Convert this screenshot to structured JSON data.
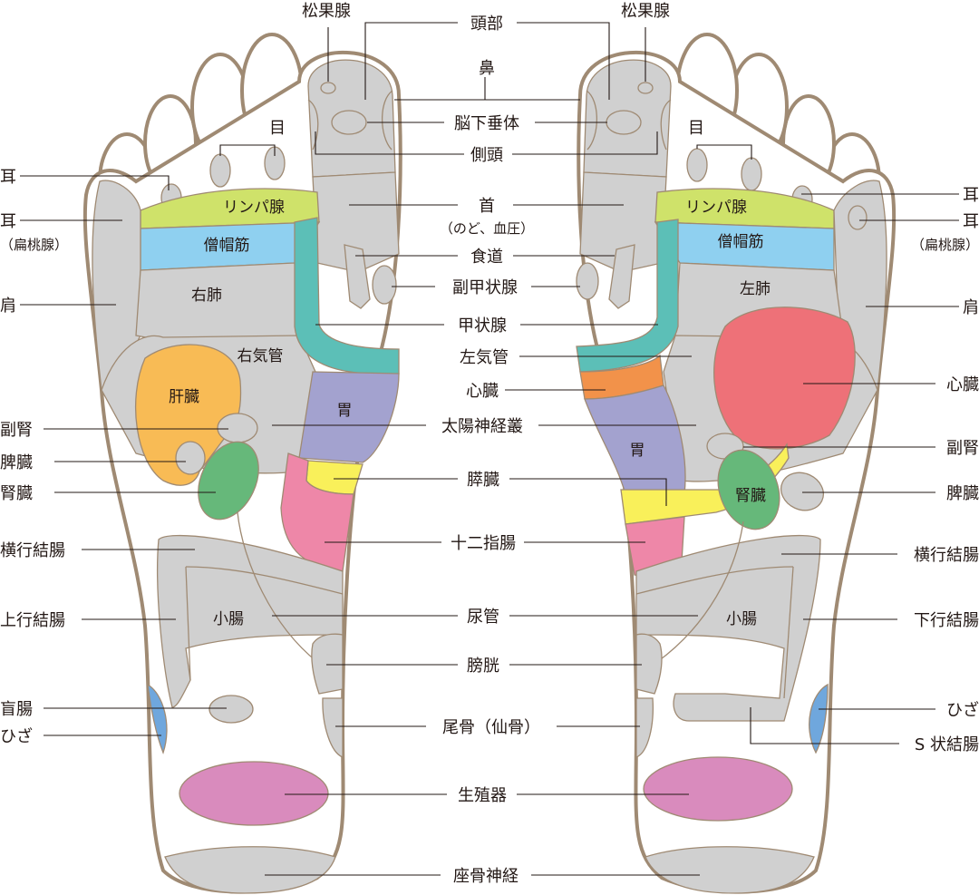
{
  "colors": {
    "outline": "#9f8a73",
    "zone_grey": "#d0d0d0",
    "lymph": "#cfe26a",
    "trapezius": "#8fd0f0",
    "thyroid": "#5cbfb7",
    "liver": "#f8bb55",
    "kidney": "#66b87a",
    "stomach": "#a3a2cf",
    "pancreas": "#f9f05a",
    "duodenum": "#ee87a8",
    "heart": "#ee7178",
    "heart_band": "#f2924a",
    "knee": "#6fa7dd",
    "genital": "#d98bbd"
  },
  "center": {
    "head": "頭部",
    "nose": "鼻",
    "pituitary": "脳下垂体",
    "temple": "側頭",
    "neck": "首",
    "neck_sub": "（のど、血圧）",
    "esophagus": "食道",
    "parathyroid": "副甲状腺",
    "thyroid": "甲状腺",
    "left_bronchus": "左気管",
    "heart": "心臓",
    "solar_plexus": "太陽神経叢",
    "pancreas": "膵臓",
    "duodenum": "十二指腸",
    "ureter": "尿管",
    "bladder": "膀胱",
    "coccyx": "尾骨（仙骨）",
    "genitals": "生殖器",
    "sciatic": "座骨神経"
  },
  "left_foot": {
    "pineal": "松果腺",
    "eye": "目",
    "ear": "耳",
    "ear2": "耳",
    "tonsil": "（扁桃腺）",
    "lymph": "リンパ腺",
    "trapezius": "僧帽筋",
    "lung": "右肺",
    "shoulder": "肩",
    "bronchus": "右気管",
    "liver": "肝臓",
    "adrenal": "副腎",
    "spleen": "脾臓",
    "kidney": "腎臓",
    "stomach": "胃",
    "transverse_colon": "横行結腸",
    "ascending_colon": "上行結腸",
    "small_intestine": "小腸",
    "cecum": "盲腸",
    "knee": "ひざ"
  },
  "right_foot": {
    "pineal": "松果腺",
    "eye": "目",
    "ear": "耳",
    "ear2": "耳",
    "tonsil": "（扁桃腺）",
    "lymph": "リンパ腺",
    "trapezius": "僧帽筋",
    "lung": "左肺",
    "shoulder": "肩",
    "heart": "心臓",
    "stomach": "胃",
    "adrenal": "副腎",
    "kidney": "腎臓",
    "spleen": "脾臓",
    "transverse_colon": "横行結腸",
    "descending_colon": "下行結腸",
    "small_intestine": "小腸",
    "knee": "ひざ",
    "sigmoid_colon": "S 状結腸"
  }
}
